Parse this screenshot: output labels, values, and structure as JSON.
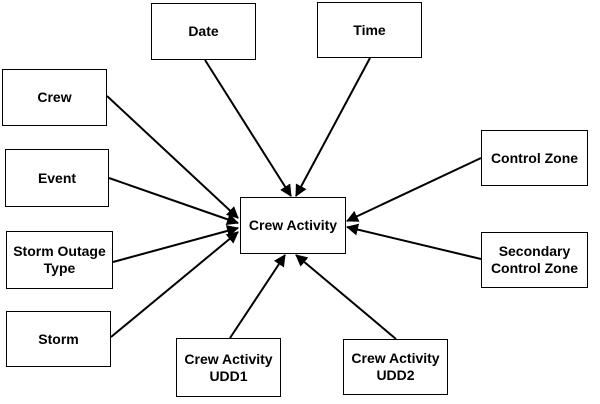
{
  "nodes": {
    "date": "Date",
    "time": "Time",
    "crew": "Crew",
    "event": "Event",
    "storm_outage_type": "Storm Outage\nType",
    "storm": "Storm",
    "crew_activity": "Crew Activity",
    "control_zone": "Control Zone",
    "secondary_control_zone": "Secondary\nControl Zone",
    "crew_activity_udd1": "Crew Activity\nUDD1",
    "crew_activity_udd2": "Crew Activity\nUDD2"
  },
  "edges": [
    {
      "from": "date",
      "to": "crew_activity"
    },
    {
      "from": "time",
      "to": "crew_activity"
    },
    {
      "from": "crew",
      "to": "crew_activity"
    },
    {
      "from": "event",
      "to": "crew_activity"
    },
    {
      "from": "storm_outage_type",
      "to": "crew_activity"
    },
    {
      "from": "storm",
      "to": "crew_activity"
    },
    {
      "from": "control_zone",
      "to": "crew_activity"
    },
    {
      "from": "secondary_control_zone",
      "to": "crew_activity"
    },
    {
      "from": "crew_activity_udd1",
      "to": "crew_activity"
    },
    {
      "from": "crew_activity_udd2",
      "to": "crew_activity"
    }
  ],
  "colors": {
    "stroke": "#000000",
    "fill": "#ffffff"
  }
}
